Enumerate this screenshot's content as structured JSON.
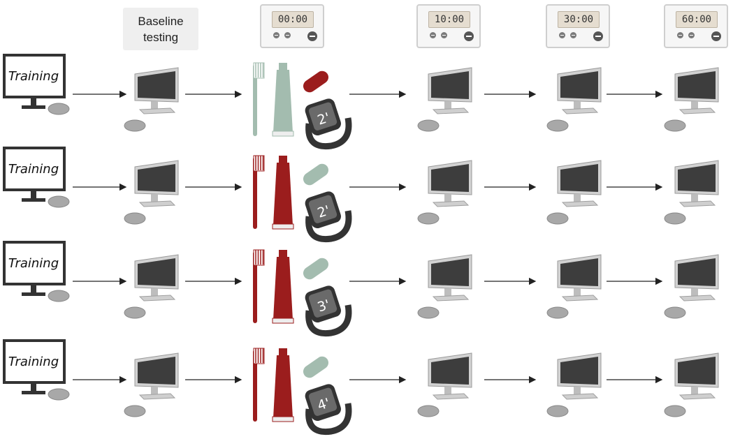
{
  "baseline": {
    "line1": "Baseline",
    "line2": "testing"
  },
  "timers": [
    "00:00",
    "10:00",
    "30:00",
    "60:00"
  ],
  "training_label": "Training",
  "rows": [
    {
      "toothpaste_color": "#a3bcaf",
      "pill_color": "#9b1d1d",
      "watch_label": "2'"
    },
    {
      "toothpaste_color": "#9b1d1d",
      "pill_color": "#a3bcaf",
      "watch_label": "2'"
    },
    {
      "toothpaste_color": "#9b1d1d",
      "pill_color": "#a3bcaf",
      "watch_label": "3'"
    },
    {
      "toothpaste_color": "#9b1d1d",
      "pill_color": "#a3bcaf",
      "watch_label": "4'"
    }
  ],
  "colors": {
    "red": "#9b1d1d",
    "sage": "#a3bcaf",
    "screen": "#3d3d3d",
    "mouse": "#a8a8a8"
  }
}
